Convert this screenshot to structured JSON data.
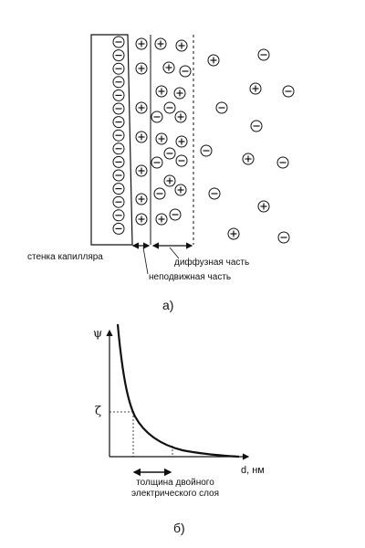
{
  "part_a": {
    "panel_label": "а)",
    "wall_label": "стенка капилляра",
    "diffuse_label": "диффузная часть",
    "fixed_label": "неподвижная часть"
  },
  "part_b": {
    "panel_label": "б)",
    "y_axis_symbol": "ψ",
    "zeta_symbol": "ζ",
    "x_axis_label": "d, нм",
    "thickness_label_line1": "толщина двойного",
    "thickness_label_line2": "электрического слоя"
  },
  "ion_symbols": {
    "negative": "minus-sign",
    "positive": "plus-sign"
  }
}
